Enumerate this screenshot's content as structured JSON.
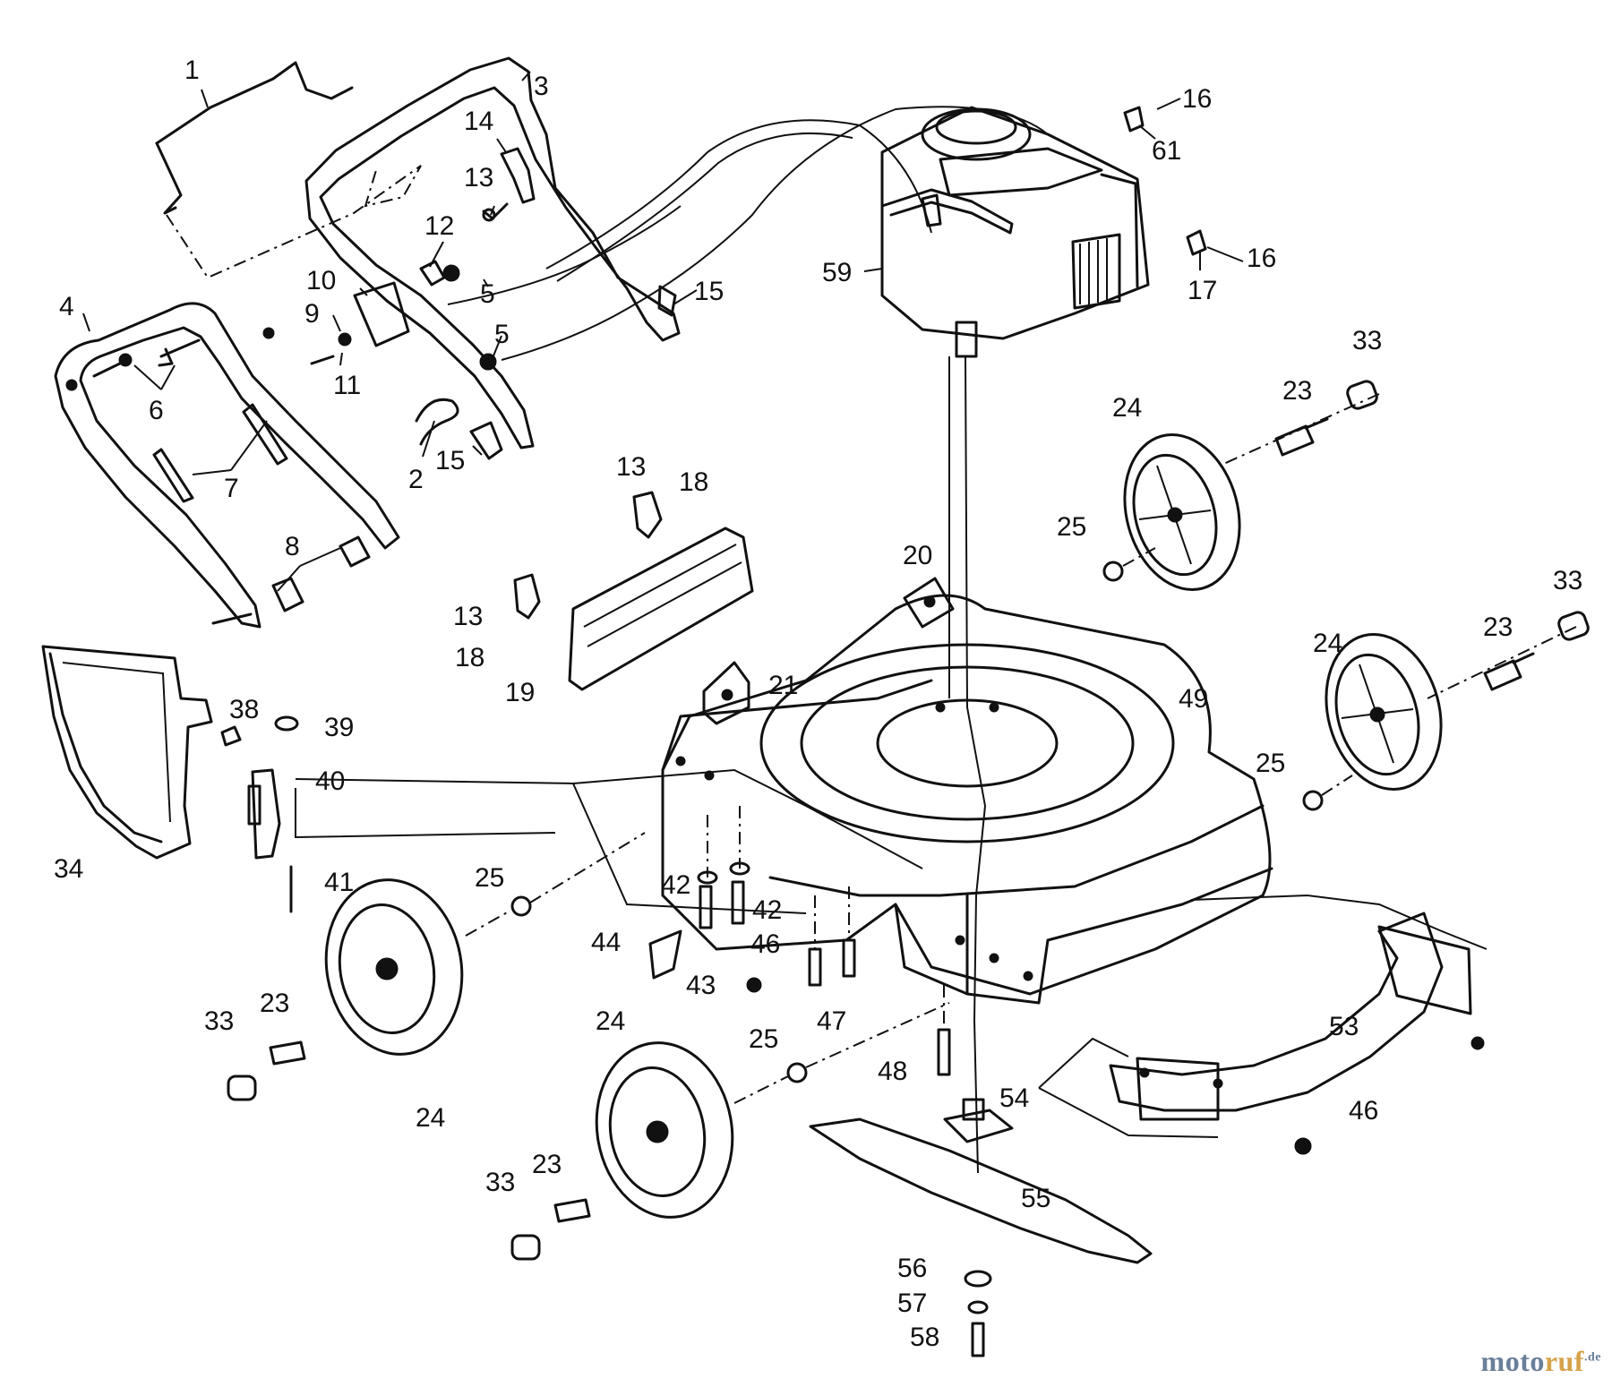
{
  "diagram": {
    "callouts": [
      {
        "id": "c1",
        "text": "1"
      },
      {
        "id": "c3",
        "text": "3"
      },
      {
        "id": "c14",
        "text": "14"
      },
      {
        "id": "c13a",
        "text": "13"
      },
      {
        "id": "c12",
        "text": "12"
      },
      {
        "id": "c10",
        "text": "10"
      },
      {
        "id": "c5a",
        "text": "5"
      },
      {
        "id": "c5b",
        "text": "5"
      },
      {
        "id": "c9",
        "text": "9"
      },
      {
        "id": "c11",
        "text": "11"
      },
      {
        "id": "c4",
        "text": "4"
      },
      {
        "id": "c6",
        "text": "6"
      },
      {
        "id": "c7",
        "text": "7"
      },
      {
        "id": "c2",
        "text": "2"
      },
      {
        "id": "c15a",
        "text": "15"
      },
      {
        "id": "c15b",
        "text": "15"
      },
      {
        "id": "c8",
        "text": "8"
      },
      {
        "id": "c16a",
        "text": "16"
      },
      {
        "id": "c61",
        "text": "61"
      },
      {
        "id": "c16b",
        "text": "16"
      },
      {
        "id": "c17",
        "text": "17"
      },
      {
        "id": "c59",
        "text": "59"
      },
      {
        "id": "c33a",
        "text": "33"
      },
      {
        "id": "c23a",
        "text": "23"
      },
      {
        "id": "c24a",
        "text": "24"
      },
      {
        "id": "c25a",
        "text": "25"
      },
      {
        "id": "c13b",
        "text": "13"
      },
      {
        "id": "c18a",
        "text": "18"
      },
      {
        "id": "c13c",
        "text": "13"
      },
      {
        "id": "c18b",
        "text": "18"
      },
      {
        "id": "c19",
        "text": "19"
      },
      {
        "id": "c20",
        "text": "20"
      },
      {
        "id": "c21",
        "text": "21"
      },
      {
        "id": "c49",
        "text": "49"
      },
      {
        "id": "c33b",
        "text": "33"
      },
      {
        "id": "c23b",
        "text": "23"
      },
      {
        "id": "c24b",
        "text": "24"
      },
      {
        "id": "c25b",
        "text": "25"
      },
      {
        "id": "c38",
        "text": "38"
      },
      {
        "id": "c39",
        "text": "39"
      },
      {
        "id": "c40",
        "text": "40"
      },
      {
        "id": "c34",
        "text": "34"
      },
      {
        "id": "c41",
        "text": "41"
      },
      {
        "id": "c25c",
        "text": "25"
      },
      {
        "id": "c42a",
        "text": "42"
      },
      {
        "id": "c42b",
        "text": "42"
      },
      {
        "id": "c44",
        "text": "44"
      },
      {
        "id": "c46a",
        "text": "46"
      },
      {
        "id": "c43",
        "text": "43"
      },
      {
        "id": "c47",
        "text": "47"
      },
      {
        "id": "c33c",
        "text": "33"
      },
      {
        "id": "c23c",
        "text": "23"
      },
      {
        "id": "c24c",
        "text": "24"
      },
      {
        "id": "c24d",
        "text": "24"
      },
      {
        "id": "c25d",
        "text": "25"
      },
      {
        "id": "c48",
        "text": "48"
      },
      {
        "id": "c53",
        "text": "53"
      },
      {
        "id": "c46b",
        "text": "46"
      },
      {
        "id": "c54",
        "text": "54"
      },
      {
        "id": "c33d",
        "text": "33"
      },
      {
        "id": "c23d",
        "text": "23"
      },
      {
        "id": "c55",
        "text": "55"
      },
      {
        "id": "c56",
        "text": "56"
      },
      {
        "id": "c57",
        "text": "57"
      },
      {
        "id": "c58",
        "text": "58"
      }
    ]
  },
  "watermark": {
    "part1": "moto",
    "part2": "ruf",
    "tld": ".de"
  }
}
